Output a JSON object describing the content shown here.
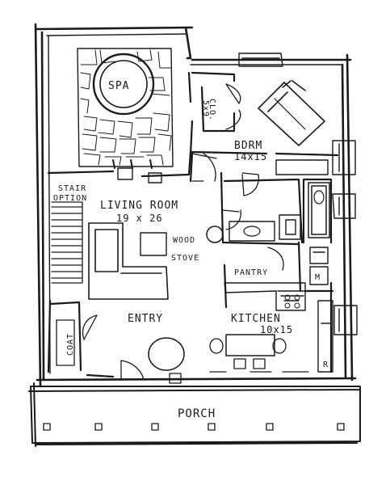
{
  "labels": {
    "spa": "SPA",
    "closet": "CLO.",
    "closet_size": "5x9",
    "bedroom": "BDRM",
    "bedroom_size": "14x15",
    "stair": "STAIR",
    "stair_option": "OPTION",
    "living_room": "LIVING ROOM",
    "living_size": "19 x 26",
    "wood": "WOOD",
    "stove": "STOVE",
    "pantry": "PANTRY",
    "entry": "ENTRY",
    "kitchen": "KITCHEN",
    "kitchen_size": "10x15",
    "coat": "COAT",
    "porch": "PORCH",
    "fridge": "R",
    "microwave": "M"
  }
}
